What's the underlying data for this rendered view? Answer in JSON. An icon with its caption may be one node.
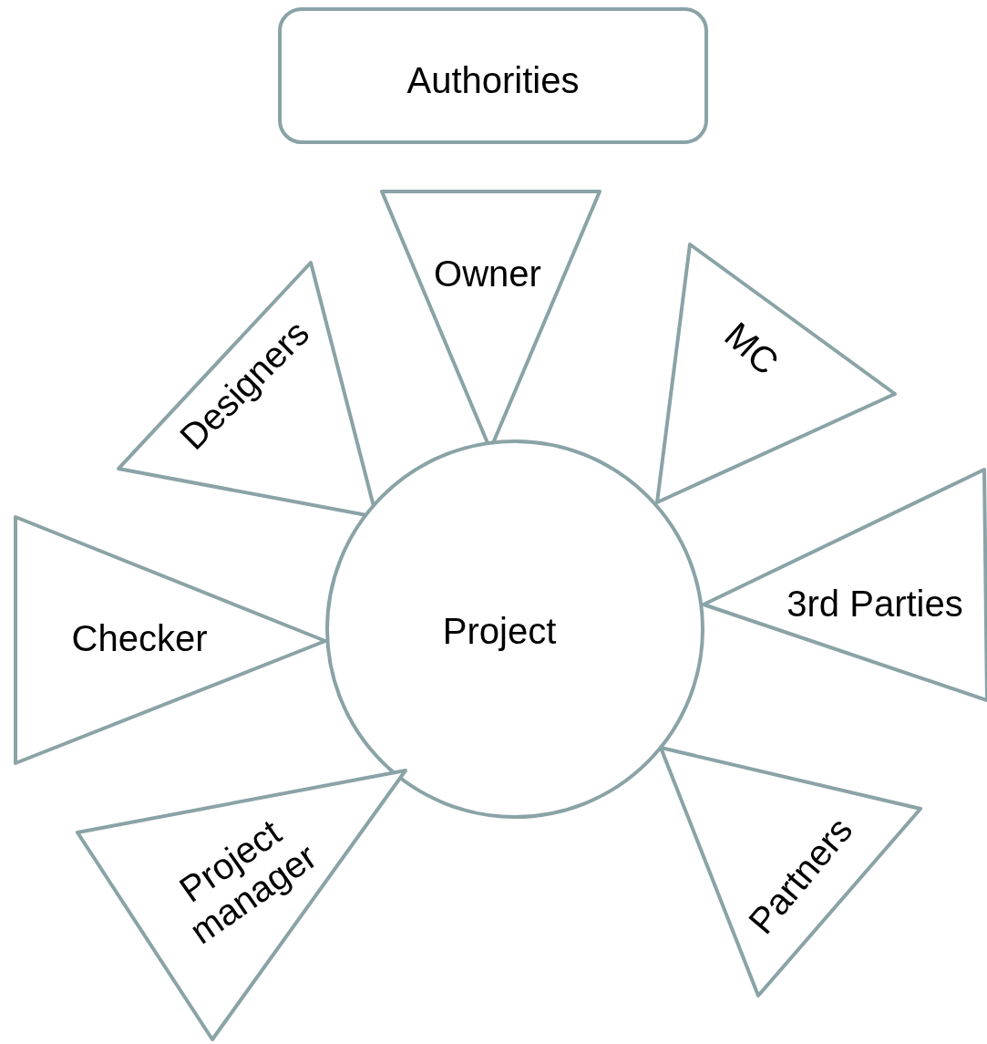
{
  "diagram": {
    "nodes": [
      {
        "text": [
          "Authorities"
        ]
      },
      {
        "text": [
          "Designers"
        ]
      },
      {
        "text": [
          "Owner"
        ]
      },
      {
        "text": [
          "MC"
        ]
      },
      {
        "text": [
          "Checker"
        ]
      },
      {
        "text": [
          "Project"
        ]
      },
      {
        "text": [
          "3rd Parties"
        ]
      },
      {
        "text": [
          "Project manager"
        ]
      },
      {
        "text": [
          "Partners"
        ]
      }
    ]
  }
}
